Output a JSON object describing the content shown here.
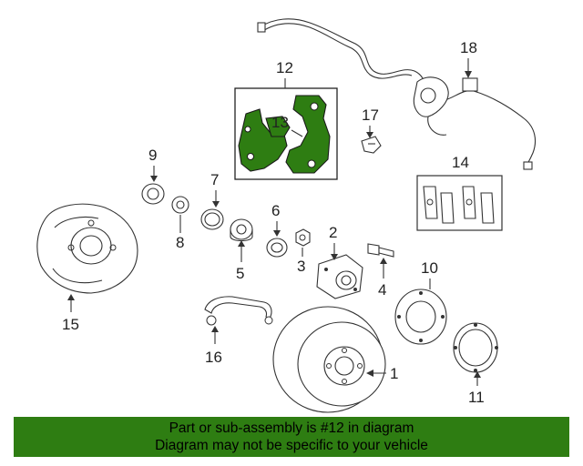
{
  "diagram": {
    "callouts": {
      "c1": "1",
      "c2": "2",
      "c3": "3",
      "c4": "4",
      "c5": "5",
      "c6": "6",
      "c7": "7",
      "c8": "8",
      "c9": "9",
      "c10": "10",
      "c11": "11",
      "c12": "12",
      "c13": "13",
      "c14": "14",
      "c15": "15",
      "c16": "16",
      "c17": "17",
      "c18": "18"
    },
    "highlight_color": "#2e7d12"
  },
  "banner": {
    "line1": "Part or sub-assembly is #12 in diagram",
    "line2": "Diagram may not be specific to your vehicle",
    "background": "#2e7d12"
  }
}
